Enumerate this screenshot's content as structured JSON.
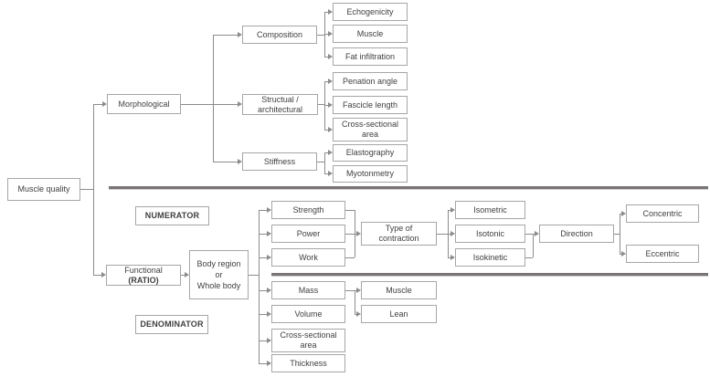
{
  "colors": {
    "background": "#ffffff",
    "box_border": "#a6a6a6",
    "text": "#3f3f3f",
    "connector": "#8c8c8c",
    "divider_bar": "#787474"
  },
  "nodes": {
    "muscle_quality": "Muscle quality",
    "morphological": "Morphological",
    "composition": "Composition",
    "echogenicity": "Echogenicity",
    "muscle_composition": "Muscle",
    "fat_infiltration": "Fat infiltration",
    "structural_line1": "Structual /",
    "structural_line2": "architectural",
    "penation_angle": "Penation angle",
    "fascicle_length": "Fascicle length",
    "cross_sectional_line1": "Cross-sectional",
    "cross_sectional_line2": "area",
    "stiffness": "Stiffness",
    "elastography": "Elastography",
    "myotonmetry": "Myotonmetry",
    "numerator_heading": "NUMERATOR",
    "denominator_heading": "DENOMINATOR",
    "functional_line1": "Functional",
    "functional_line2": "(RATIO)",
    "body_region_line1": "Body region",
    "body_region_line2": "or",
    "body_region_line3": "Whole body",
    "strength": "Strength",
    "power": "Power",
    "work": "Work",
    "type_of_contraction_line1": "Type of",
    "type_of_contraction_line2": "contraction",
    "isometric": "Isometric",
    "isotonic": "Isotonic",
    "isokinetic": "Isokinetic",
    "direction": "Direction",
    "concentric": "Concentric",
    "eccentric": "Eccentric",
    "mass": "Mass",
    "volume": "Volume",
    "cross_sectional_denominator_line1": "Cross-sectional",
    "cross_sectional_denominator_line2": "area",
    "thickness": "Thickness",
    "mass_muscle": "Muscle",
    "mass_lean": "Lean"
  }
}
